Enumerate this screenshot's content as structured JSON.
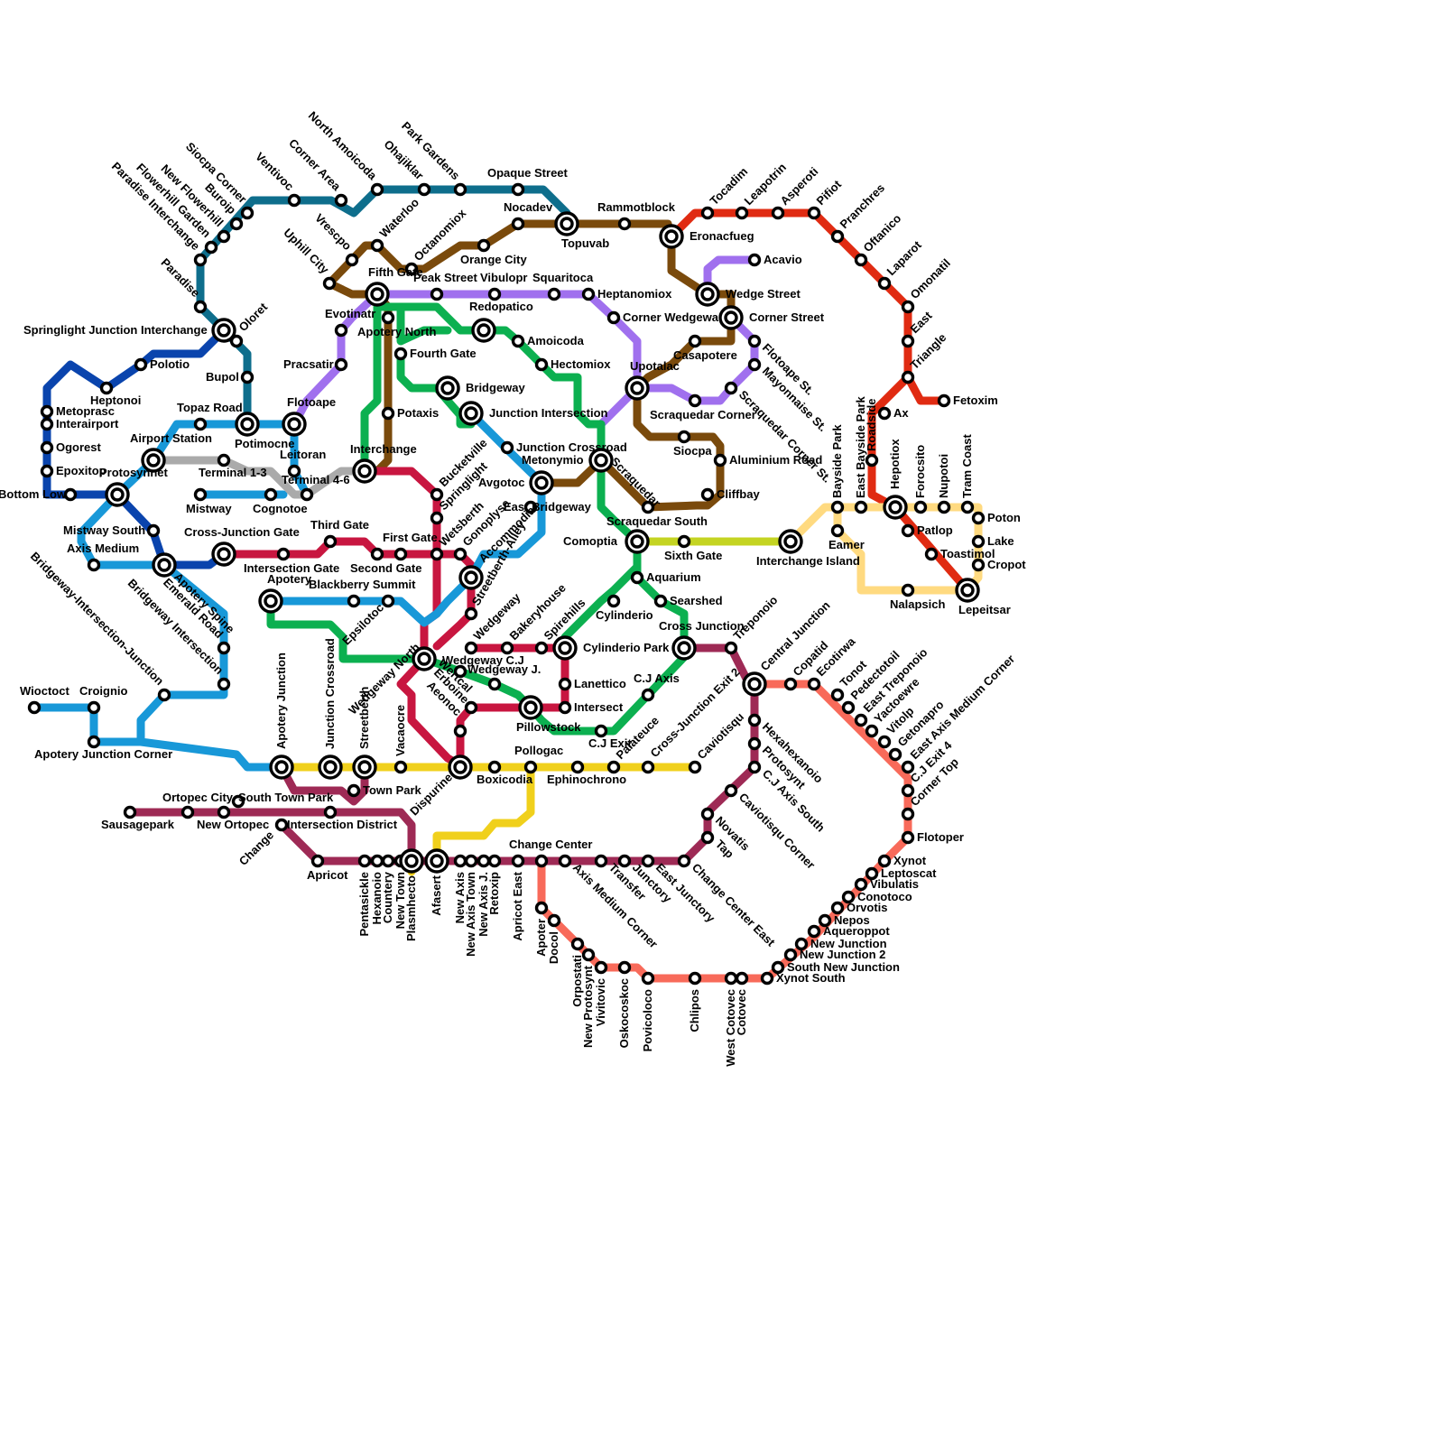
{
  "map": {
    "lines": [
      {
        "id": "teal",
        "color": "#0e6e8c"
      },
      {
        "id": "brown",
        "color": "#7a4a0c"
      },
      {
        "id": "red",
        "color": "#e02b12"
      },
      {
        "id": "purple",
        "color": "#a070ee"
      },
      {
        "id": "green",
        "color": "#0cb050"
      },
      {
        "id": "crimson",
        "color": "#c81640"
      },
      {
        "id": "navy",
        "color": "#0a44ad"
      },
      {
        "id": "sky",
        "color": "#1898d8"
      },
      {
        "id": "grey",
        "color": "#aaaaaa"
      },
      {
        "id": "lime",
        "color": "#c4d422"
      },
      {
        "id": "yellow",
        "color": "#f0d01c"
      },
      {
        "id": "beige",
        "color": "#ffda80"
      },
      {
        "id": "maroon",
        "color": "#9e2a55"
      },
      {
        "id": "salmon",
        "color": "#f86a5a"
      }
    ],
    "labels": {
      "sausagepark": "Sausagepark",
      "ortopec_city": "Ortopec City",
      "new_ortopec": "New Ortopec",
      "change": "Change",
      "apricot": "Apricot",
      "south_town_park": "South Town Park",
      "intersection_district": "Intersection District",
      "town_park": "Town Park",
      "pentasickle": "Pentasickle",
      "hexanoio": "Hexanoio",
      "countery": "Countery",
      "new_town": "New Town",
      "plasmhecto": "Plasmhecto",
      "afasert": "Afasert",
      "new_axis": "New Axis",
      "new_axis_town": "New Axis Town",
      "new_axis_j": "New Axis J.",
      "retoxip": "Retoxip",
      "apricot_east": "Apricot East",
      "change_center": "Change Center",
      "apoter": "Apoter",
      "docol": "Docol",
      "axis_medium_corner": "Axis Medium Corner",
      "transfer": "Transfer",
      "junctory": "Junctory",
      "east_junctory": "East Junctory",
      "change_center_east": "Change Center East",
      "orpostati": "Orpostati",
      "new_protosynt": "New Protosynt",
      "vivitovic": "Vivitovic",
      "oskocoskoc": "Oskocoskoc",
      "povicoloco": "Povicoloco",
      "chlipos": "Chlipos",
      "west_cotovec": "West Cotovec",
      "cotovec": "Cotovec",
      "xynot_south": "Xynot South",
      "south_new_junction": "South New Junction",
      "new_junction_2": "New Junction 2",
      "new_junction": "New Junction",
      "aqueroppot": "Aqueroppot",
      "nepos": "Nepos",
      "orvotis": "Orvotis",
      "conotoco": "Conotoco",
      "vibulatis": "Vibulatis",
      "leptoscat": "Leptoscat",
      "xynot": "Xynot",
      "flotoper": "Flotoper",
      "corner_top": "Corner Top",
      "cj_exit_4": "C.J Exit 4",
      "east_axis_medium_corner": "East Axis Medium Corner",
      "getonapro": "Getonapro",
      "vitolp": "Vitolp",
      "yactoewre": "Yactoewre",
      "east_treponoio": "East Treponoio",
      "pedectotoil": "Pedectotoil",
      "tonot": "Tonot",
      "ecotirwa": "Ecotirwa",
      "copatid": "Copatid",
      "central_junction": "Central Junction",
      "hexahexanoio": "Hexahexanoio",
      "protosynt": "Protosynt",
      "cj_axis_south": "C.J Axis South",
      "caviotisqu": "Caviotisqu",
      "caviotisqu_corner": "Caviotisqu Corner",
      "novatis": "Novatis",
      "tap": "Tap",
      "treponoio": "Treponoio",
      "cross_junction": "Cross Junction",
      "cylinderio_park": "Cylinderio Park",
      "cj_axis": "C.J Axis",
      "cross_junction_exit_2": "Cross-Junction Exit 2",
      "cj_exit": "C.J Exit",
      "palateuce": "Palateuce",
      "ephinochrono": "Ephinochrono",
      "pollogac": "Pollogac",
      "boxicodia": "Boxicodia",
      "dispurine": "Dispurine",
      "vacaocre": "Vacaocre",
      "streetberth": "Streetberth",
      "junction_crossroad": "Junction Crossroad",
      "apotery_junction": "Apotery Junction",
      "apotery_junction_corner": "Apotery Junction Corner",
      "wioctoct": "Wioctoct",
      "croignio": "Croignio",
      "bridgeway_intersection_junction": "Bridgeway-Intersection-Junction",
      "bridgeway_intersection": "Bridgeway Intersection",
      "emerald_road": "Emerald Road",
      "apotery_spine": "Apotery Spine",
      "axis_medium": "Axis Medium",
      "mistway_south": "Mistway South",
      "bottom_low": "Bottom Low",
      "protosynnet": "Protosynnet",
      "epoxitop": "Epoxitop",
      "ogorest": "Ogorest",
      "interairport": "Interairport",
      "metoprasc": "Metoprasc",
      "heptonoi": "Heptonoi",
      "polotio": "Polotio",
      "springlight_junction_interchange": "Springlight Junction Interchange",
      "oloret": "Oloret",
      "bupol": "Bupol",
      "potimocne": "Potimocne",
      "topaz_road": "Topaz Road",
      "airport_station": "Airport Station",
      "terminal_1_3": "Terminal 1-3",
      "mistway": "Mistway",
      "cognotoe": "Cognotoe",
      "terminal_4_6": "Terminal 4-6",
      "leitoran": "Leitoran",
      "flotoape": "Flotoape",
      "cross_junction_gate": "Cross-Junction Gate",
      "intersection_gate": "Intersection Gate",
      "third_gate": "Third Gate",
      "second_gate": "Second Gate",
      "first_gate": "First Gate",
      "apotery": "Apotery",
      "blackberry_summit": "Blackberry Summit",
      "epsilotoc": "Epsilotoc",
      "wedgeway_north": "Wedgeway North",
      "erboine": "Erboine",
      "aeonoc": "Aeonoc",
      "wertcal": "Wertcal",
      "wedgeway_cj": "Wedgeway C.J",
      "wedgeway_j": "Wedgeway J.",
      "pillowstock": "Pillowstock",
      "intersect": "Intersect",
      "lanettico": "Lanettico",
      "spirehills": "Spirehills",
      "bakeryhouse": "Bakeryhouse",
      "wedgeway": "Wedgeway",
      "streetberth_alley": "Streetberth-Alley",
      "accommodia": "Accommodia",
      "gonoplyse": "Gonoplyse",
      "wetsberth": "Wetsberth",
      "springlight": "Springlight",
      "bucketville": "Bucketville",
      "interchange": "Interchange",
      "avgotoc": "Avgotoc",
      "east_bridgeway": "East Bridgeway",
      "junction_crossroad_2": "Junction Crossroad",
      "junction_intersection": "Junction Intersection",
      "bridgeway": "Bridgeway",
      "fourth_gate": "Fourth Gate",
      "potaxis": "Potaxis",
      "apotery_north": "Apotery North",
      "evotinatr": "Evotinatr",
      "pracsatir": "Pracsatir",
      "fifth_gate": "Fifth Gate",
      "uphill_city": "Uphill City",
      "vrescpo": "Vrescpo",
      "waterloo": "Waterloo",
      "octanomiox": "Octanomiox",
      "orange_city": "Orange City",
      "nocadev": "Nocadev",
      "topuvab": "Topuvab",
      "rammotblock": "Rammotblock",
      "eronacfueg": "Eronacfueg",
      "opaque_street": "Opaque Street",
      "park_gardens": "Park Gardens",
      "ohajiklar": "Ohajiklar",
      "north_amoicoda": "North Amoicoda",
      "corner_area": "Corner Area",
      "ventivoc": "Ventivoc",
      "siocpa_corner": "Siocpa Corner",
      "buroip": "Buroip",
      "new_flowerhill": "New Flowerhill",
      "flowerhill_garden": "Flowerhill Garden",
      "paradise_interchange": "Paradise Interchange",
      "paradise": "Paradise",
      "peak_street": "Peak Street",
      "vibulopr": "Vibulopr",
      "squaritoca": "Squaritoca",
      "heptanomiox": "Heptanomiox",
      "corner_wedgewa": "Corner Wedgewa",
      "redopatico": "Redopatico",
      "amoicoda": "Amoicoda",
      "hectomiox": "Hectomiox",
      "upotalac": "Upotalac",
      "scraquedar_corner": "Scraquedar Corner",
      "casapotere": "Casapotere",
      "wedge_street": "Wedge Street",
      "corner_street": "Corner Street",
      "acavio": "Acavio",
      "flotoape_st": "Flotoape St.",
      "mayonnaise_st": "Mayonnaise St.",
      "scraquedar_corner_st": "Scraquedar Corner St.",
      "siocpa": "Siocpa",
      "aluminium_road": "Aluminium Road",
      "cliffbay": "Cliffbay",
      "scraquedar": "Scraquedar",
      "metonymio": "Metonymio",
      "scraquedar_south": "Scraquedar South",
      "comoptia": "Comoptia",
      "sixth_gate": "Sixth Gate",
      "interchange_island": "Interchange Island",
      "aquarium": "Aquarium",
      "searshed": "Searshed",
      "cylinderio": "Cylinderio",
      "tocadim": "Tocadim",
      "leapotrin": "Leapotrin",
      "asperoti": "Asperoti",
      "pifiot": "Pifiot",
      "pranchres": "Pranchres",
      "oftanico": "Oftanico",
      "laparot": "Laparot",
      "omonatil": "Omonatil",
      "east": "East",
      "triangle": "Triangle",
      "fetoxim": "Fetoxim",
      "ax": "Ax",
      "roadside": "Roadside",
      "hepotiox": "Hepotiox",
      "patlop": "Patlop",
      "toastimol": "Toastimol",
      "lepeitsar": "Lepeitsar",
      "nalapsich": "Nalapsich",
      "bayside_park": "Bayside Park",
      "eamer": "Eamer",
      "east_bayside_park": "East Bayside Park",
      "forocsito": "Forocsito",
      "nupotoi": "Nupotoi",
      "tram_coast": "Tram Coast",
      "poton": "Poton",
      "lake": "Lake",
      "cropot": "Cropot"
    }
  }
}
